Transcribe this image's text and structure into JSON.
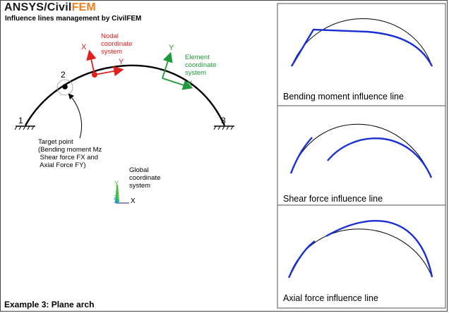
{
  "header": {
    "brand_part1": "ANSYS",
    "brand_sep": "/",
    "brand_part2": "Civil",
    "brand_part3": "FEM",
    "subtitle": "Influence lines management by CivilFEM"
  },
  "footer": {
    "caption": "Example 3: Plane arch"
  },
  "arch": {
    "node_labels": [
      "1",
      "2",
      "3"
    ],
    "target_point_label": "Target point\n(Bending moment Mz\n Shear force FX and\n Axial Force FY)",
    "nodal_system": {
      "label": "Nodal\ncoordinate\nsystem",
      "x_axis": "X",
      "y_axis": "Y",
      "color": "#e0201e"
    },
    "element_system": {
      "label": "Element\ncoordinate\nsystem",
      "x_axis": "X",
      "y_axis": "Y",
      "color": "#1f9a3a"
    },
    "global_system": {
      "label": "Global\ncoordinate\nsystem",
      "x_axis": "X",
      "y_axis": "Y",
      "z_axis": "Z"
    }
  },
  "panels": [
    {
      "caption": "Bending moment influence line"
    },
    {
      "caption": "Shear force influence line"
    },
    {
      "caption": "Axial force influence line"
    }
  ],
  "colors": {
    "influence_line": "#1b2fd6",
    "arch_line": "#000000",
    "brand_accent": "#f07f1e"
  }
}
